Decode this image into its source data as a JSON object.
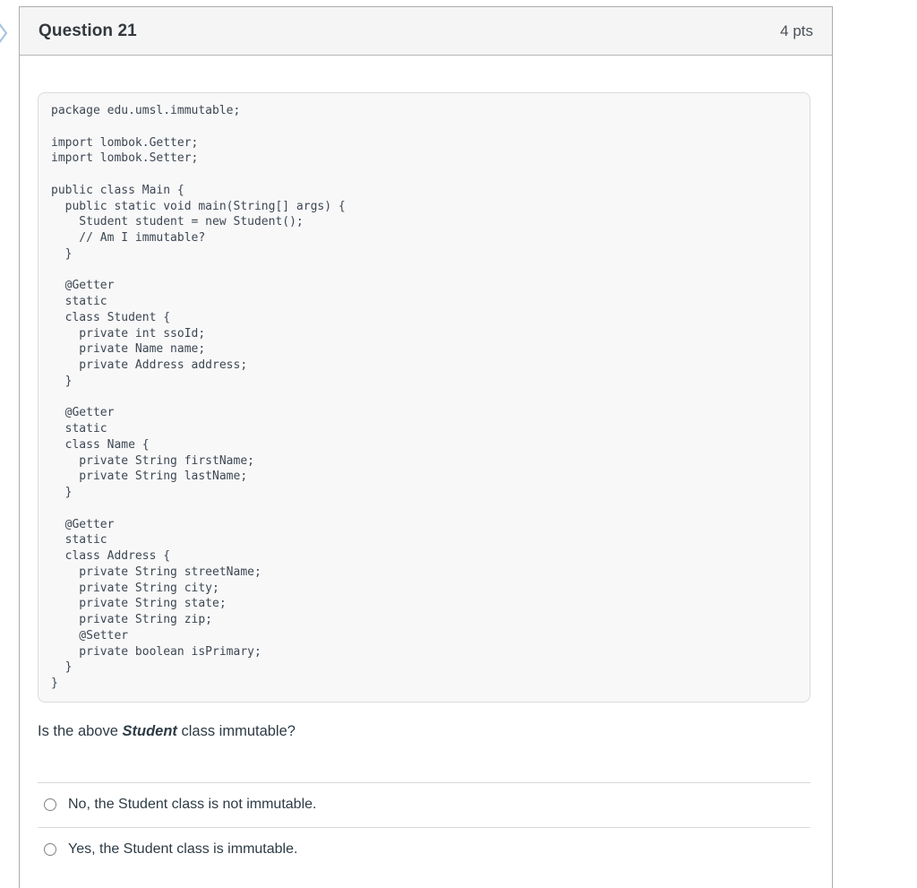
{
  "header": {
    "title": "Question 21",
    "points": "4 pts"
  },
  "body": {
    "code": "package edu.umsl.immutable;\n\nimport lombok.Getter;\nimport lombok.Setter;\n\npublic class Main {\n  public static void main(String[] args) {\n    Student student = new Student();\n    // Am I immutable?\n  }\n\n  @Getter\n  static\n  class Student {\n    private int ssoId;\n    private Name name;\n    private Address address;\n  }\n\n  @Getter\n  static\n  class Name {\n    private String firstName;\n    private String lastName;\n  }\n\n  @Getter\n  static\n  class Address {\n    private String streetName;\n    private String city;\n    private String state;\n    private String zip;\n    @Setter\n    private boolean isPrimary;\n  }\n}",
    "prompt": {
      "prefix": "Is the above ",
      "emphasis": "Student",
      "suffix": " class immutable?"
    },
    "options": [
      {
        "label": "No, the Student class is not immutable.",
        "selected": false
      },
      {
        "label": "Yes, the Student class is immutable.",
        "selected": false
      }
    ]
  },
  "icons": {
    "left_edge": "chevron-right-icon"
  },
  "colors": {
    "card_border": "#acacac",
    "header_bg": "#f5f5f5",
    "code_bg": "#f8f8f9",
    "code_border": "#d9dbde",
    "code_text": "#3d4752",
    "ink": "#2d3b45",
    "divider": "#d8d8d8",
    "radio_border": "#7d8287",
    "chevron_blue": "#a8c4de"
  }
}
